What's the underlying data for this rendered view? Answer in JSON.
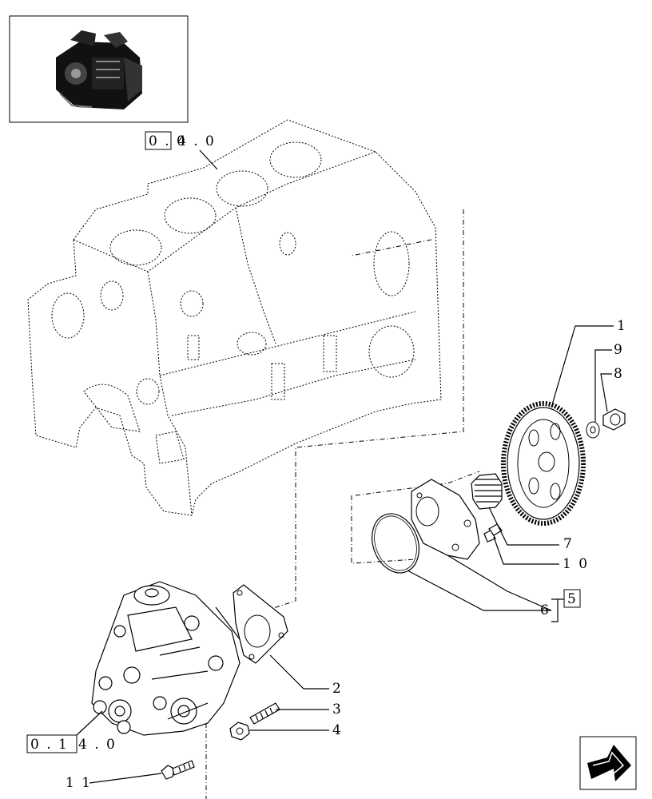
{
  "references": {
    "block_prefix": "0 . 0",
    "block_suffix": "4 . 0",
    "pump_prefix": "0 . 1",
    "pump_suffix": "4 . 0"
  },
  "callouts": {
    "c1": "1",
    "c2": "2",
    "c3": "3",
    "c4": "4",
    "c5": "5",
    "c6": "6",
    "c7": "7",
    "c8": "8",
    "c9": "9",
    "c10": "1 0",
    "c11": "1 1"
  },
  "icons": {
    "thumbnail": "engine-thumbnail-icon",
    "nav": "next-page-arrow-icon"
  }
}
